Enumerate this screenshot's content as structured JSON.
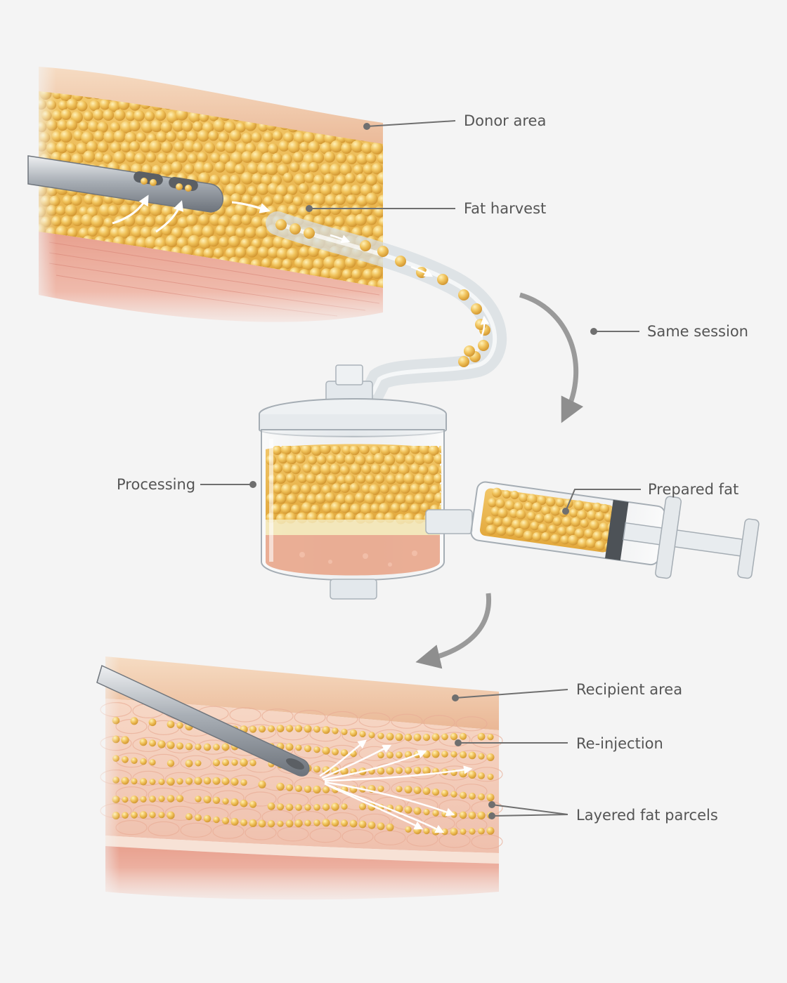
{
  "labels": {
    "donor_area": "Donor area",
    "fat_harvest": "Fat harvest",
    "same_session": "Same session",
    "processing": "Processing",
    "prepared_fat": "Prepared fat",
    "recipient_area": "Recipient area",
    "re_injection": "Re-injection",
    "layered_fat_parcels": "Layered fat parcels"
  },
  "colors": {
    "fat": "#e8b94a",
    "fat_highlight": "#fbe39a",
    "skin": "#f1c9a8",
    "muscle": "#e49a88",
    "steel": "#b9bec4",
    "label_text": "#555555",
    "leader_line": "#6f6f6f",
    "arrow": "#9a9a9a"
  }
}
